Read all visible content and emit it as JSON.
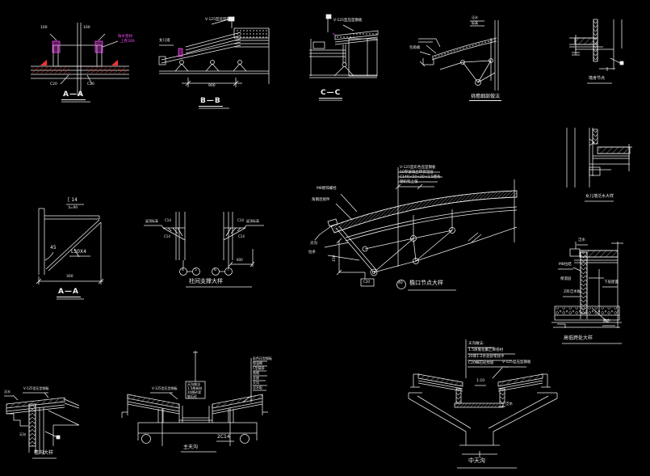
{
  "canvas": {
    "bg": "#000000",
    "line_color": "#f0f0f0",
    "accent_magenta": "#ff4dff",
    "accent_red": "#ff3030"
  },
  "details": {
    "aa_top": {
      "caption": "A—A",
      "dim_left": "100",
      "dim_right": "100",
      "note_r1": "防水卷材",
      "note_r2": "上卷300",
      "note_bl": "C20",
      "note_br": "C20"
    },
    "bb": {
      "caption": "B—B",
      "note_top": "V-125型压型钢板",
      "note_left": "女儿墙",
      "dim": "900"
    },
    "cc": {
      "caption": "C—C",
      "note_top": "V-125型压型钢板"
    },
    "eave": {
      "caption": "挑檐细部做法",
      "note1": "泛水",
      "note2": "标高",
      "note_left": "包角板"
    },
    "wall_top": {
      "caption": "墙身节点"
    },
    "wall_mid": {
      "caption": "女儿墙泛水大样"
    },
    "bracket": {
      "caption": "A—A",
      "channel": "[ 14",
      "sub": "b=90",
      "angle": "45",
      "steel": "L50X4",
      "dim": "300"
    },
    "columns": {
      "caption": "柱间支撑大样",
      "note_left": "梁顶标高",
      "note_right": "梁顶标高",
      "tags": [
        "C14",
        "C14",
        "C14",
        "C14"
      ],
      "dim": "600",
      "bubbles": [
        "4",
        "5",
        "6",
        "7"
      ]
    },
    "cornice": {
      "caption": "檐口节点大样",
      "bubble": "40",
      "layers": [
        "V-125型彩色压型钢板",
        "50厚玻璃丝绵保温层",
        "C140×50×20×2.5檩条",
        "钢桁架上弦"
      ],
      "note_l1": "M8镀锌螺栓",
      "note_l2": "角钢连接件",
      "note_b1": "天沟",
      "note_b2": "拉条",
      "dim_v": "150",
      "tag": "C20"
    },
    "step": {
      "caption": "高低跨处大样",
      "note_top": "泛水",
      "note_l1": "M8拉结",
      "note_l2": "保温层",
      "note_l3": "Z形泛水板",
      "note_r": "下层屋面",
      "note_b": "散水"
    },
    "gutter_left": {
      "caption": "檐沟大样",
      "n1": "泛水",
      "n2": "V-125型压型钢板",
      "n3": "天沟"
    },
    "gutter_main": {
      "caption": "主天沟",
      "tag": "2C14",
      "note_left": "V-125型压型钢板",
      "box_lines": [
        "天沟做法",
        "1.5厚卷材",
        "20厚砂浆",
        "细石砼"
      ],
      "stack_lines": [
        "彩色压型钢板",
        "保温棉",
        "C型檩条",
        "角钢",
        "支座",
        "天沟",
        "泛水板"
      ]
    },
    "gutter_mid": {
      "caption": "中天沟",
      "note_right": "V-125型压型钢板",
      "note_c": "1:10",
      "note_f": "泛水",
      "layers": [
        "天沟做法:",
        "1.5厚氯化聚乙烯卷材",
        "20厚1:2水泥砂浆找平",
        "C20细石砼找坡"
      ]
    }
  }
}
